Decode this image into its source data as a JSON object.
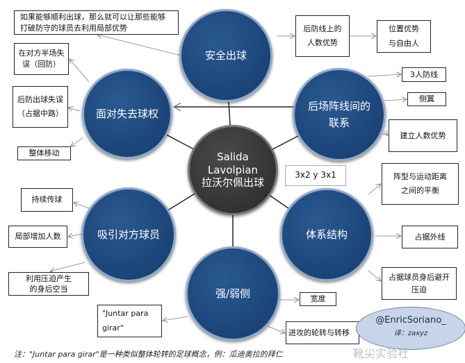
{
  "center": {
    "line1": "Salida",
    "line2": "Lavolpian",
    "line3": "拉沃尔佩出球"
  },
  "nodes": {
    "safe": "安全出球",
    "lose": "面对失去球权",
    "link_l1": "后场阵线间的",
    "link_l2": "联系",
    "attract": "吸引对方球员",
    "structure": "体系结构",
    "side": "强/弱侧"
  },
  "boxes": {
    "local_adv": "如果能够顺利出球，那么就可以让那些能够打破防守的球员去利用局部优势",
    "opp_half": "在对方半场失误（回防）",
    "back_error_l1": "后防出球失误",
    "back_error_l2": "（占据中路）",
    "move": "整体移动",
    "back_num": "后防线上的人数优势",
    "position": "位置优势与自由人",
    "three_line": "3人防线",
    "wing": "侧翼",
    "build_num": "建立人数优势",
    "ratio": "3x2 y 3x1",
    "balance": "阵型与运动距离之间的平衡",
    "pass": "持续传球",
    "local_inc": "局部增加人数",
    "space": "利用压迫产生的身后空当",
    "outside": "占据外线",
    "behind": "占据球员身后避开压迫",
    "width": "宽度",
    "juntar": "\"Juntar para girar\"",
    "rotation": "进攻的轮转与转移"
  },
  "credit": {
    "handle": "@EnricSoriano_",
    "translator": "译：zaxyz",
    "watermark": "靴尖实验社"
  },
  "footnote": "注：\"Juntar para girar\"是一种类似整体轮转的足球概念，例：瓜迪奥拉的拜仁",
  "colors": {
    "node": "#1b4478",
    "center": "#333333",
    "ellipse": "#c8d5e8"
  }
}
